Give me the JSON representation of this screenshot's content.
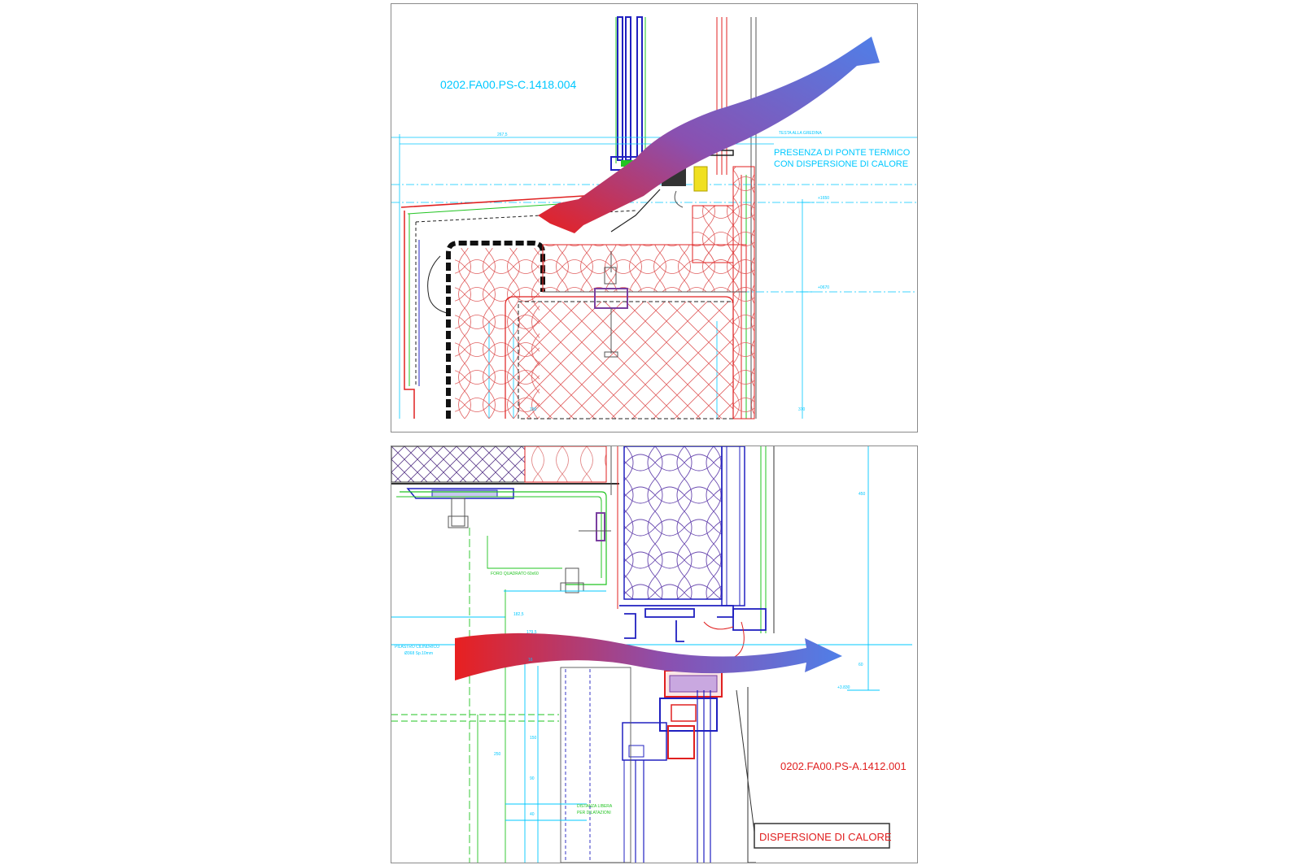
{
  "top_detail": {
    "drawing_code": "0202.FA00.PS-C.1418.004",
    "annotation_line1": "PRESENZA DI PONTE TERMICO",
    "annotation_line2": "CON DISPERSIONE DI CALORE",
    "dim_width": "267,5",
    "note_top": "TESTA ALLA GREDINA",
    "level_1": "+1650",
    "level_2": "+0670",
    "dim_side": "370",
    "dim_bottom": "150"
  },
  "bottom_detail": {
    "drawing_code": "0202.FA00.PS-A.1412.001",
    "callout": "DISPERSIONE DI CALORE",
    "label_hole": "FORO QUADRATO 60x60",
    "label_pillar_1": "PILASTRO CILINDRICO",
    "label_pillar_2": "Ø368 Sp.10mm",
    "label_clearance_1": "DISTANZA LIBERA",
    "label_clearance_2": "PER DILATAZIONI",
    "dim_top_right": "450",
    "dim_mid_right": "60",
    "dim_left_1": "182,5",
    "dim_left_2": "179,5",
    "dim_left_3": "250",
    "dim_left_4": "150",
    "dim_left_5": "40",
    "dim_left_6": "90",
    "dim_center": "16",
    "level_right": "+3.830"
  },
  "colors": {
    "cad_cyan": "#00c8ff",
    "cad_red": "#e02020",
    "cad_green": "#22c422",
    "cad_blue": "#2020c0",
    "cad_purple": "#7a3fa0",
    "cad_yellow": "#f0e020",
    "arrow_red": "#e82020",
    "arrow_blue": "#4f7fe8"
  }
}
